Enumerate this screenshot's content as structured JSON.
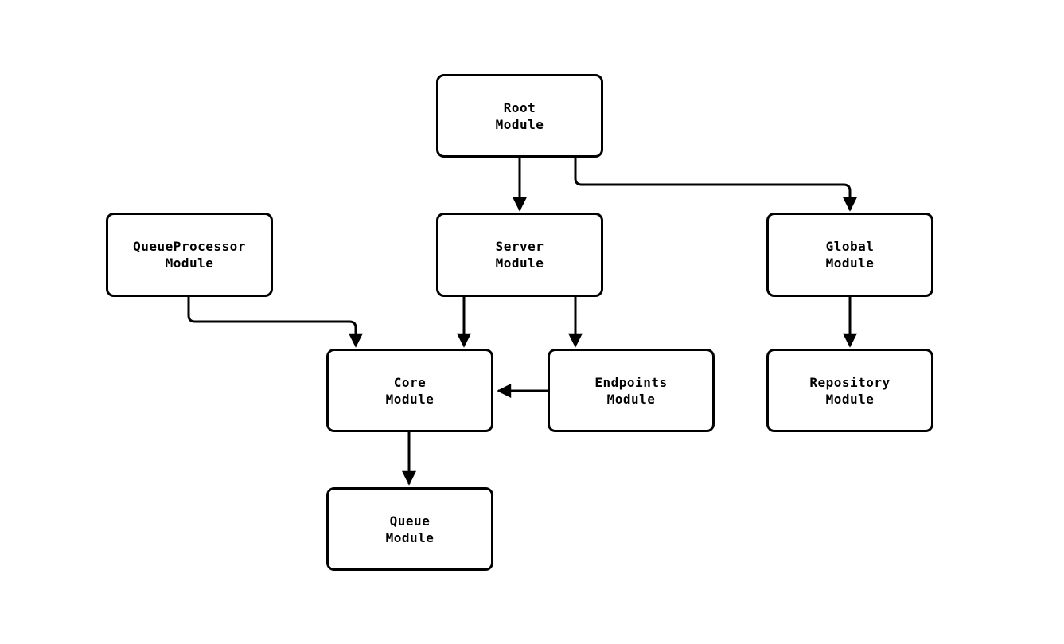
{
  "diagram": {
    "background_color": "#ffffff",
    "line_color": "#000000",
    "node_fill_color": "#ffffff",
    "text_color": "#000000",
    "nodes": [
      {
        "id": "root",
        "label": "Root\nModule"
      },
      {
        "id": "queueprocessor",
        "label": "QueueProcessor\nModule"
      },
      {
        "id": "server",
        "label": "Server\nModule"
      },
      {
        "id": "global",
        "label": "Global\nModule"
      },
      {
        "id": "core",
        "label": "Core\nModule"
      },
      {
        "id": "endpoints",
        "label": "Endpoints\nModule"
      },
      {
        "id": "repository",
        "label": "Repository\nModule"
      },
      {
        "id": "queue",
        "label": "Queue\nModule"
      }
    ],
    "edges": [
      {
        "from": "Root Module",
        "to": "Server Module"
      },
      {
        "from": "Root Module",
        "to": "Global Module"
      },
      {
        "from": "QueueProcessor Module",
        "to": "Core Module"
      },
      {
        "from": "Server Module",
        "to": "Core Module"
      },
      {
        "from": "Server Module",
        "to": "Endpoints Module"
      },
      {
        "from": "Endpoints Module",
        "to": "Core Module"
      },
      {
        "from": "Global Module",
        "to": "Repository Module"
      },
      {
        "from": "Core Module",
        "to": "Queue Module"
      }
    ]
  }
}
